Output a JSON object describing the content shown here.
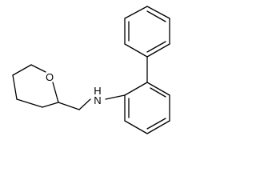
{
  "structure": {
    "atoms": {
      "oxygen": "O",
      "amine": "H\nN"
    },
    "amine_h": "H",
    "amine_n": "N"
  },
  "colors": {
    "bond": "#000000",
    "background": "#ffffff"
  }
}
